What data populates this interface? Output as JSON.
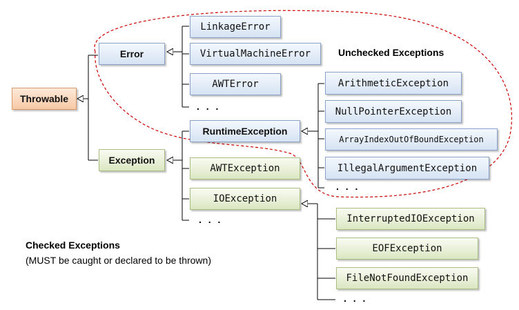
{
  "nodes": {
    "throwable": "Throwable",
    "error": "Error",
    "exception": "Exception",
    "linkage_error": "LinkageError",
    "virtual_machine_error": "VirtualMachineError",
    "awt_error": "AWTError",
    "runtime_exception": "RuntimeException",
    "arithmetic_exception": "ArithmeticException",
    "null_pointer_exception": "NullPointerException",
    "array_index_exception": "ArrayIndexOutOfBoundException",
    "illegal_argument_exception": "IllegalArgumentException",
    "awt_exception": "AWTException",
    "io_exception": "IOException",
    "interrupted_io_exception": "InterruptedIOException",
    "eof_exception": "EOFException",
    "file_not_found_exception": "FileNotFoundException"
  },
  "ellipsis": ". . .",
  "unchecked_label": "Unchecked Exceptions",
  "checked_label": "Checked Exceptions",
  "checked_note": "(MUST be caught or declared to be thrown)",
  "colors": {
    "unchecked_outline": "#cc0000",
    "connector": "#000000",
    "error_box": "#d6e3f3",
    "exception_box": "#dbe7c2",
    "throwable_box": "#f8c9a5"
  }
}
